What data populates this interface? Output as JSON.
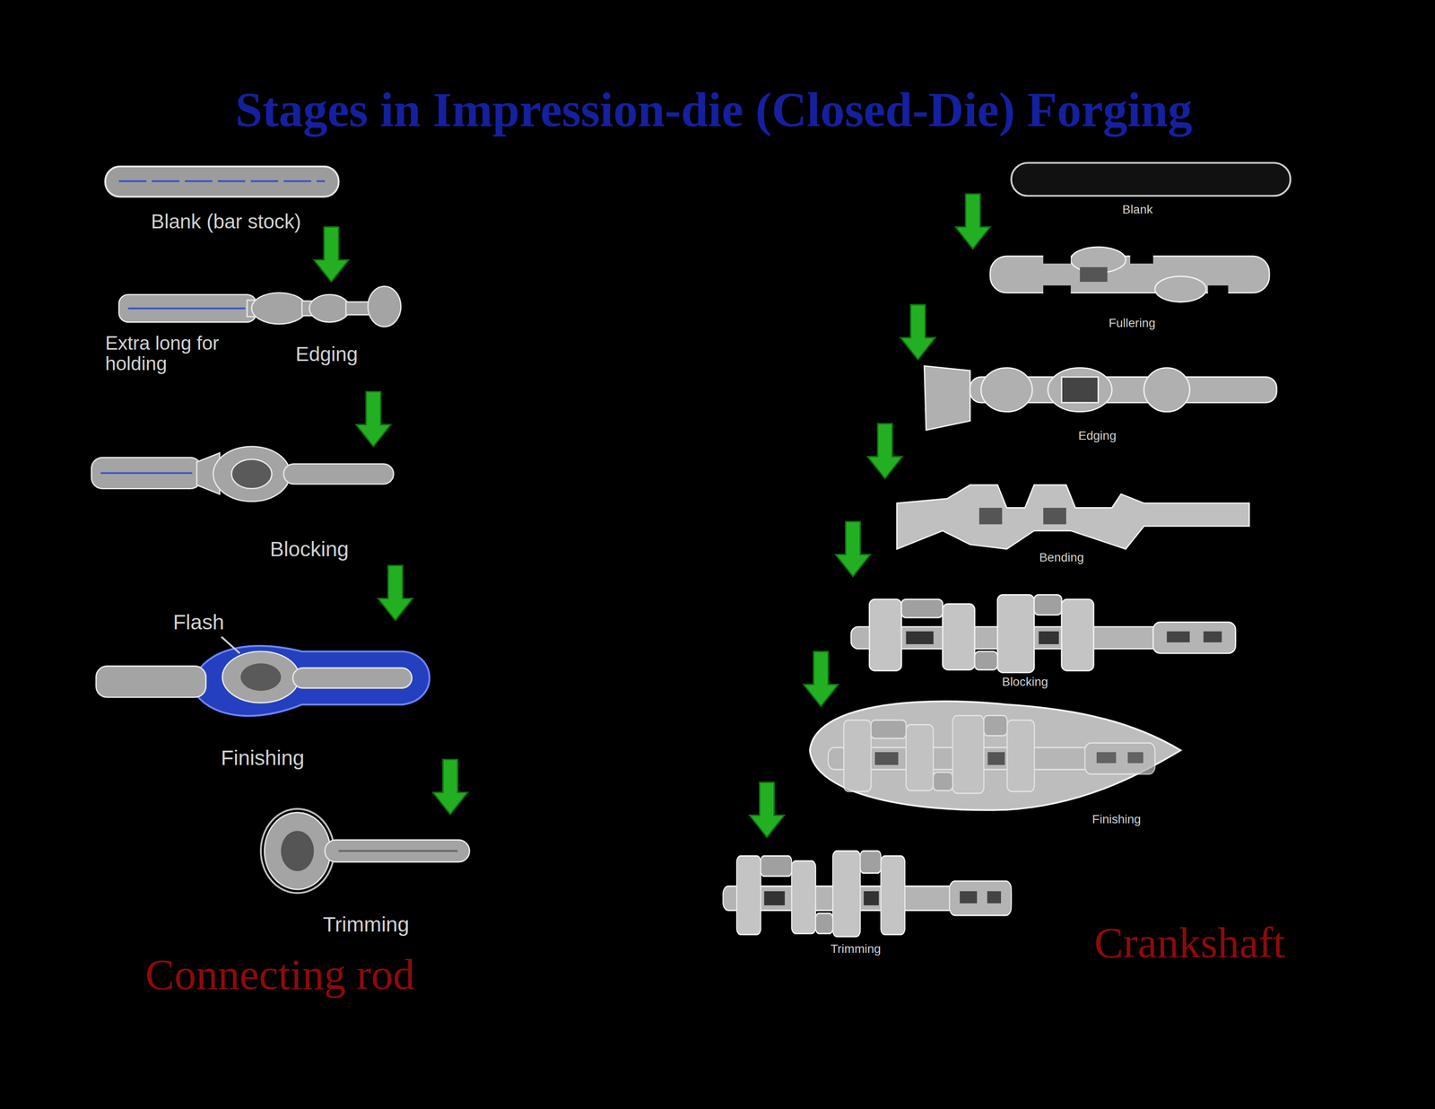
{
  "diagram": {
    "title": "Stages in Impression-die (Closed-Die) Forging",
    "labels": [
      "Blank (bar stock)",
      "Extra long for holding",
      "Edging",
      "Blocking",
      "Flash",
      "Finishing",
      "Trimming",
      "Connecting rod",
      "Blank",
      "Fullering",
      "Edging",
      "Bending",
      "Blocking",
      "Finishing",
      "Trimming",
      "Crankshaft"
    ]
  }
}
